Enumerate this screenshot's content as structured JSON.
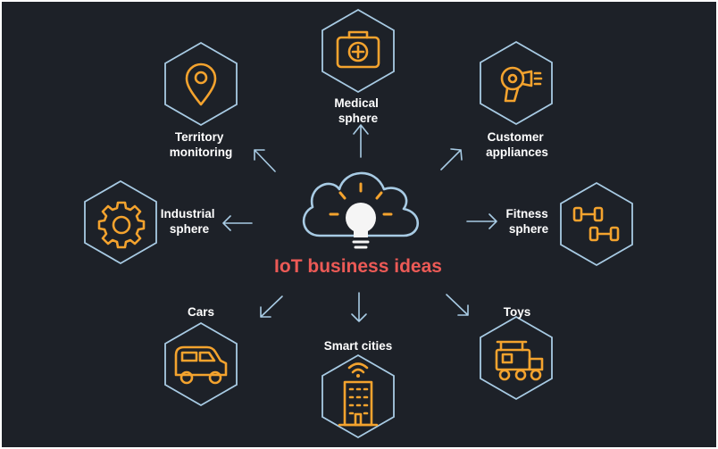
{
  "title": "IoT business ideas",
  "colors": {
    "background": "#1d2128",
    "outline": "#a8cbe4",
    "icon": "#f4a32e",
    "title": "#ec5a56"
  },
  "center_icon": "cloud-lightbulb-icon",
  "spheres": [
    {
      "id": "medical",
      "lines": [
        "Medical",
        "sphere"
      ],
      "icon": "medical-kit-icon"
    },
    {
      "id": "customer",
      "lines": [
        "Customer",
        "appliances"
      ],
      "icon": "hair-dryer-icon"
    },
    {
      "id": "fitness",
      "lines": [
        "Fitness",
        "sphere"
      ],
      "icon": "dumbbell-icon"
    },
    {
      "id": "toys",
      "lines": [
        "Toys"
      ],
      "icon": "toy-train-icon"
    },
    {
      "id": "smart-cities",
      "lines": [
        "Smart cities"
      ],
      "icon": "smart-building-icon"
    },
    {
      "id": "cars",
      "lines": [
        "Cars"
      ],
      "icon": "car-icon"
    },
    {
      "id": "industrial",
      "lines": [
        "Industrial",
        "sphere"
      ],
      "icon": "gear-icon"
    },
    {
      "id": "territory",
      "lines": [
        "Territory",
        "monitoring"
      ],
      "icon": "location-pin-icon"
    }
  ]
}
